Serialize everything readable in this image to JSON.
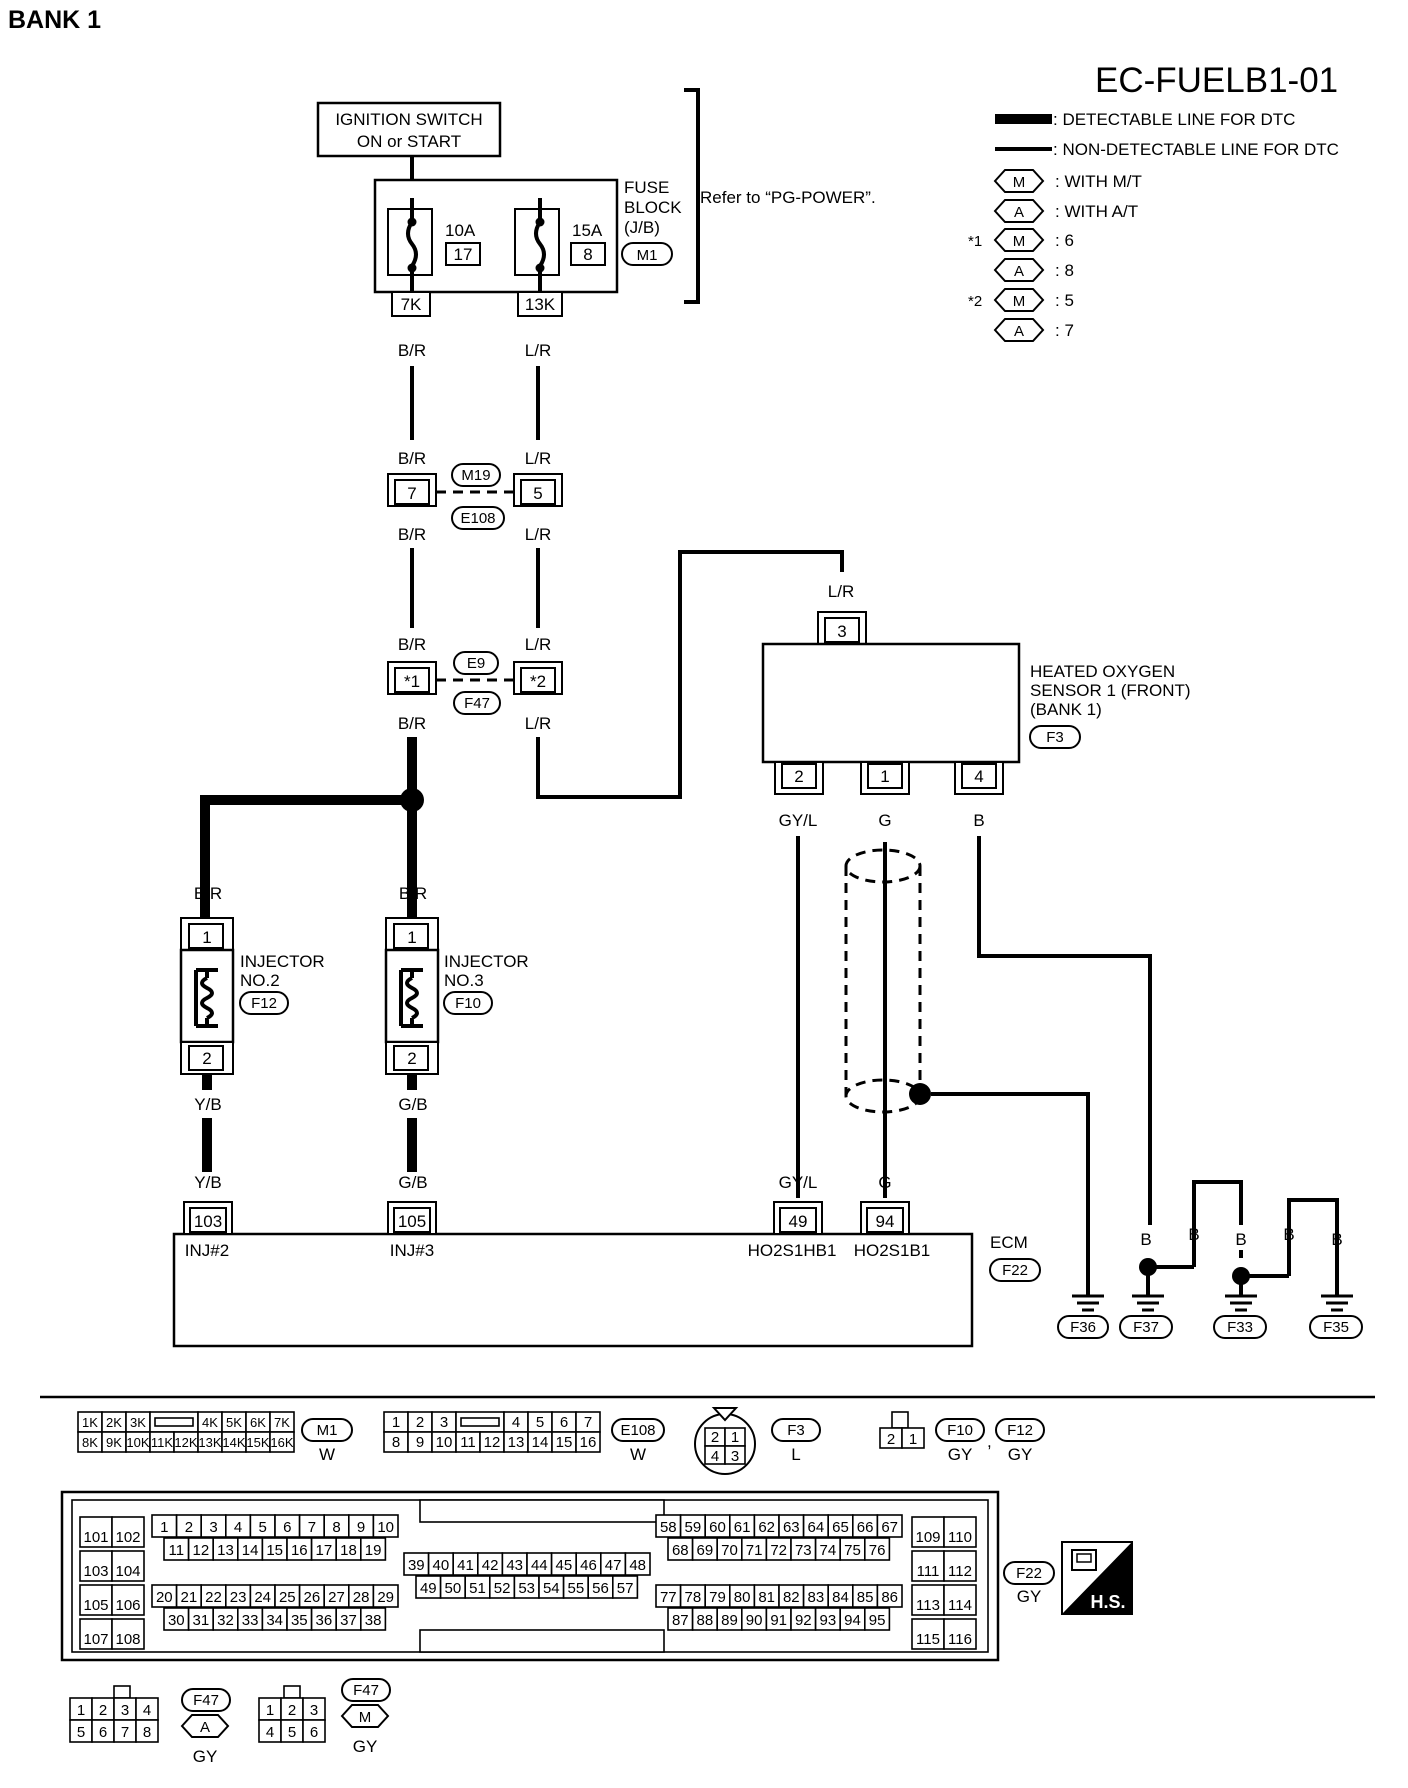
{
  "header": {
    "bank": "BANK 1",
    "code": "EC-FUELB1-01"
  },
  "legend": {
    "detectable": ": DETECTABLE LINE FOR DTC",
    "non_detectable": ": NON-DETECTABLE LINE FOR DTC",
    "m": "M",
    "a": "A",
    "with_mt": ": WITH M/T",
    "with_at": ": WITH A/T",
    "star1": "*1",
    "star2": "*2",
    "v6": ": 6",
    "v8": ": 8",
    "v5": ": 5",
    "v7": ": 7"
  },
  "ignition": {
    "line1": "IGNITION SWITCH",
    "line2": "ON or START"
  },
  "fuse_block": {
    "label1": "FUSE",
    "label2": "BLOCK",
    "label3": "(J/B)",
    "connector": "M1",
    "refer": "Refer to “PG-POWER”.",
    "fuse1_amp": "10A",
    "fuse1_num": "17",
    "fuse2_amp": "15A",
    "fuse2_num": "8",
    "term1": "7K",
    "term2": "13K"
  },
  "wires": {
    "br": "B/R",
    "lr": "L/R",
    "yb": "Y/B",
    "gb": "G/B",
    "gyl": "GY/L",
    "g": "G",
    "b": "B"
  },
  "conn_m19": {
    "a": "M19",
    "b": "E108",
    "pin1": "7",
    "pin2": "5"
  },
  "conn_e9": {
    "a": "E9",
    "b": "F47",
    "pin1": "*1",
    "pin2": "*2"
  },
  "sensor": {
    "line1": "HEATED OXYGEN",
    "line2": "SENSOR 1 (FRONT)",
    "line3": "(BANK 1)",
    "connector": "F3",
    "pin_top": "3",
    "pin_a": "2",
    "pin_b": "1",
    "pin_c": "4"
  },
  "injector2": {
    "line1": "INJECTOR",
    "line2": "NO.2",
    "connector": "F12",
    "pin1": "1",
    "pin2": "2"
  },
  "injector3": {
    "line1": "INJECTOR",
    "line2": "NO.3",
    "connector": "F10",
    "pin1": "1",
    "pin2": "2"
  },
  "ecm": {
    "label": "ECM",
    "connector": "F22",
    "pins": [
      "103",
      "105",
      "49",
      "94"
    ],
    "terms": [
      "INJ#2",
      "INJ#3",
      "HO2S1HB1",
      "HO2S1B1"
    ]
  },
  "grounds": [
    "F36",
    "F37",
    "F33",
    "F35"
  ],
  "connectors_legend": {
    "m1": {
      "name": "M1",
      "color": "W",
      "top": [
        "1K",
        "2K",
        "3K",
        "",
        "4K",
        "5K",
        "6K",
        "7K"
      ],
      "bottom": [
        "8K",
        "9K",
        "10K",
        "11K",
        "12K",
        "13K",
        "14K",
        "15K",
        "16K"
      ]
    },
    "e108": {
      "name": "E108",
      "color": "W",
      "top": [
        "1",
        "2",
        "3",
        "",
        "4",
        "5",
        "6",
        "7"
      ],
      "bottom": [
        "8",
        "9",
        "10",
        "11",
        "12",
        "13",
        "14",
        "15",
        "16"
      ]
    },
    "f3": {
      "name": "F3",
      "color": "L",
      "pins": [
        "2",
        "1",
        "4",
        "3"
      ]
    },
    "f10": {
      "name": "F10",
      "color": "GY",
      "pins": [
        "2",
        "1"
      ]
    },
    "f12": {
      "name": "F12",
      "color": "GY"
    },
    "f22": {
      "name": "F22",
      "color": "GY",
      "hs": "H.S."
    },
    "f47a": {
      "name": "F47",
      "mark": "A",
      "color": "GY",
      "pins": [
        "1",
        "2",
        "3",
        "4",
        "5",
        "6",
        "7",
        "8"
      ]
    },
    "f47m": {
      "name": "F47",
      "mark": "M",
      "color": "GY",
      "pins": [
        "1",
        "2",
        "3",
        "4",
        "5",
        "6"
      ]
    }
  }
}
